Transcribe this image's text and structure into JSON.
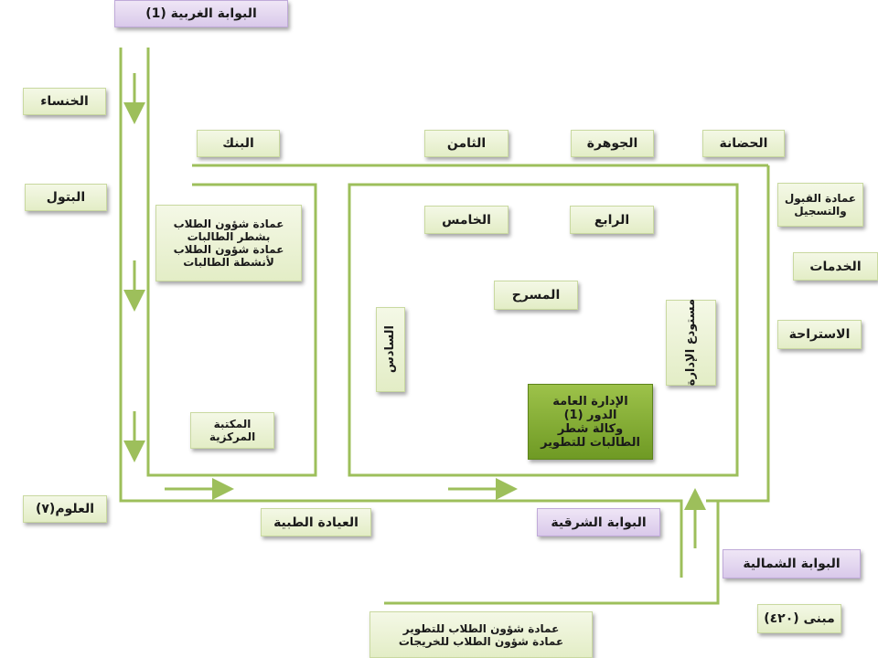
{
  "colors": {
    "road": "#9dbf5b",
    "box_green": "#e3edc6",
    "box_purple": "#d9c9ea",
    "box_dark": "#7aa52e"
  },
  "labels": {
    "west_gate": "البوابة الغربية (1)",
    "khansa": "الخنساء",
    "batool": "البتول",
    "uloom": "العلوم(٧)",
    "bank": "البنك",
    "thamin": "الثامن",
    "jawhara": "الجوهرة",
    "hadana": "الحضانة",
    "admission": "عمادة القبول\nوالتسجيل",
    "services": "الخدمات",
    "rest": "الاستراحة",
    "student_affairs": "عمادة شؤون الطلاب\nبشطر الطالبات\nعمادة شؤون الطلاب\nلأنشطة الطالبات",
    "khamis": "الخامس",
    "rabi": "الرابع",
    "masrah": "المسرح",
    "sadis": "السادس",
    "side_building": "مستودع\nالإدارة",
    "admin_dark": "الإدارة العامة\nالدور (1)\nوكالة شطر\nالطالبات للتطوير",
    "library": "المكتبة\nالمركزية",
    "clinic": "العيادة الطبية",
    "east_gate": "البوابة الشرقية",
    "north_gate": "البوابة الشمالية",
    "building_420": "مبنى (٤٢٠)",
    "development": "عمادة شؤون الطلاب للتطوير\nعمادة شؤون الطلاب للخريجات"
  }
}
